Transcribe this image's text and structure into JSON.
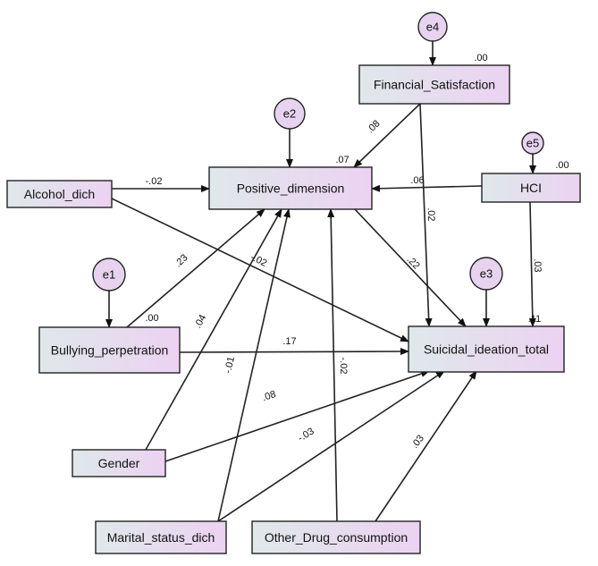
{
  "diagram": {
    "colors": {
      "box_gradient_start": "#dfe8ea",
      "box_gradient_end": "#ecd2f2",
      "error_fill": "#e7d3ef",
      "stroke": "#222222"
    },
    "boxes": [
      {
        "id": "alcohol",
        "label": "Alcohol_dich"
      },
      {
        "id": "positive",
        "label": "Positive_dimension"
      },
      {
        "id": "financial",
        "label": "Financial_Satisfaction"
      },
      {
        "id": "hci",
        "label": "HCI"
      },
      {
        "id": "bullying",
        "label": "Bullying_perpetration"
      },
      {
        "id": "suicidal",
        "label": "Suicidal_ideation_total"
      },
      {
        "id": "gender",
        "label": "Gender"
      },
      {
        "id": "marital",
        "label": "Marital_status_dich"
      },
      {
        "id": "drug",
        "label": "Other_Drug_consumption"
      }
    ],
    "errors": [
      {
        "id": "e4",
        "label": "e4"
      },
      {
        "id": "e2",
        "label": "e2"
      },
      {
        "id": "e5",
        "label": "e5"
      },
      {
        "id": "e1",
        "label": "e1"
      },
      {
        "id": "e3",
        "label": "e3"
      }
    ],
    "r_squared": [
      {
        "id": "financial",
        "value": ".00"
      },
      {
        "id": "hci",
        "value": ".00"
      },
      {
        "id": "positive",
        "value": ".07"
      },
      {
        "id": "bullying",
        "value": ".00"
      },
      {
        "id": "suicidal",
        "value": ".11"
      }
    ],
    "paths": [
      {
        "from": "alcohol",
        "to": "positive",
        "coef": "-.02"
      },
      {
        "from": "alcohol",
        "to": "suicidal",
        "coef": "-.02"
      },
      {
        "from": "financial",
        "to": "positive",
        "coef": ".08"
      },
      {
        "from": "financial",
        "to": "suicidal",
        "coef": ".02"
      },
      {
        "from": "hci",
        "to": "positive",
        "coef": ".06"
      },
      {
        "from": "hci",
        "to": "suicidal",
        "coef": ".03"
      },
      {
        "from": "bullying",
        "to": "positive",
        "coef": ".23"
      },
      {
        "from": "bullying",
        "to": "suicidal",
        "coef": ".17"
      },
      {
        "from": "positive",
        "to": "suicidal",
        "coef": ".22"
      },
      {
        "from": "gender",
        "to": "positive",
        "coef": ".04"
      },
      {
        "from": "gender",
        "to": "suicidal",
        "coef": ".08"
      },
      {
        "from": "marital",
        "to": "positive",
        "coef": "-.01"
      },
      {
        "from": "marital",
        "to": "suicidal",
        "coef": "-.03"
      },
      {
        "from": "drug",
        "to": "positive",
        "coef": "-.02"
      },
      {
        "from": "drug",
        "to": "suicidal",
        "coef": ".03"
      }
    ]
  }
}
